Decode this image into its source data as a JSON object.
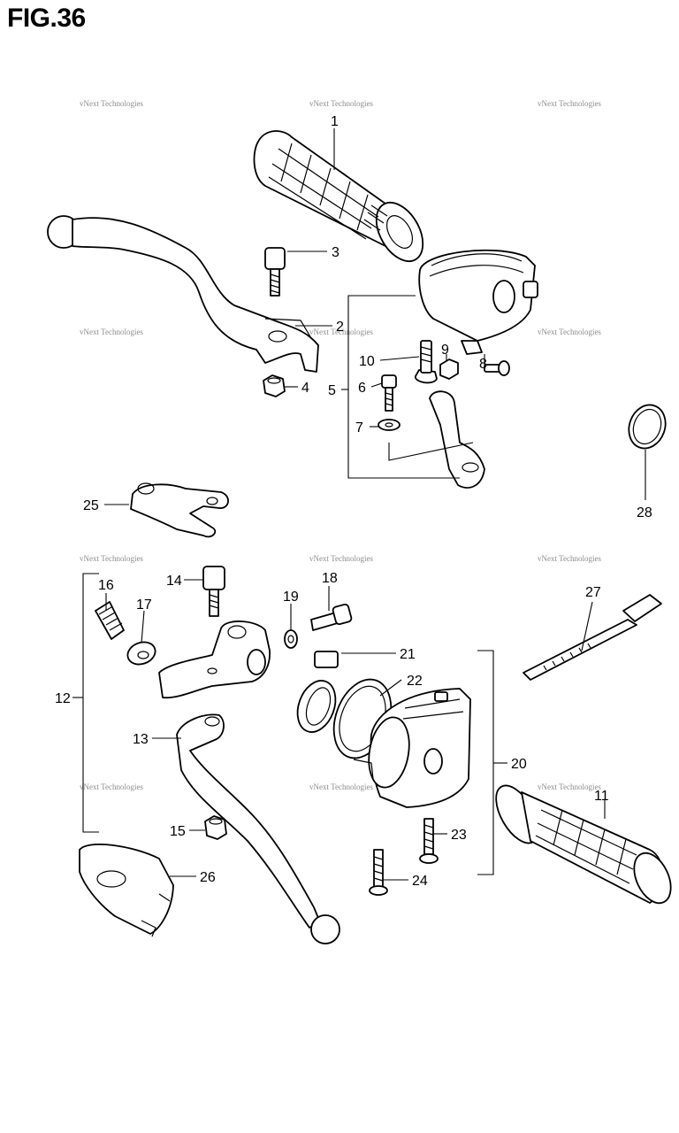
{
  "figure": {
    "title": "FIG.36",
    "watermark_text": "vNext Technologies"
  },
  "callouts": [
    {
      "label": "1"
    },
    {
      "label": "2"
    },
    {
      "label": "3"
    },
    {
      "label": "4"
    },
    {
      "label": "5"
    },
    {
      "label": "6"
    },
    {
      "label": "7"
    },
    {
      "label": "8"
    },
    {
      "label": "9"
    },
    {
      "label": "10"
    },
    {
      "label": "11"
    },
    {
      "label": "12"
    },
    {
      "label": "13"
    },
    {
      "label": "14"
    },
    {
      "label": "15"
    },
    {
      "label": "16"
    },
    {
      "label": "17"
    },
    {
      "label": "18"
    },
    {
      "label": "19"
    },
    {
      "label": "20"
    },
    {
      "label": "21"
    },
    {
      "label": "22"
    },
    {
      "label": "23"
    },
    {
      "label": "24"
    },
    {
      "label": "25"
    },
    {
      "label": "26"
    },
    {
      "label": "27"
    },
    {
      "label": "28"
    }
  ],
  "colors": {
    "ink": "#000000",
    "watermark": "#8c8c8c",
    "background": "#ffffff"
  }
}
